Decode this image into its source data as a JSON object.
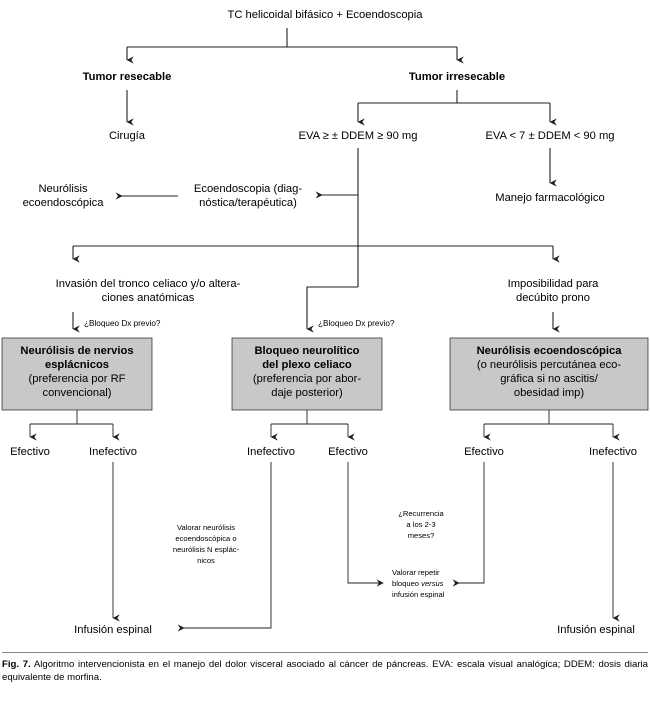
{
  "figure": {
    "number_label": "Fig. 7.",
    "caption": "Algoritmo intervencionista en el manejo del dolor visceral asociado al cáncer de páncreas. EVA: escala visual analógica; DDEM: dosis diaria equivalente de morfina."
  },
  "colors": {
    "box_fill": "#c8c8c8",
    "line": "#231f20",
    "text": "#000000",
    "rule": "#8a8a8a",
    "background": "#ffffff"
  },
  "nodes": {
    "root": "TC helicoidal bifásico + Ecoendoscopia",
    "tumor_resecable": "Tumor resecable",
    "tumor_irresecable": "Tumor irresecable",
    "cirugia": "Cirugía",
    "eva_high": "EVA ≥ ± DDEM ≥ 90 mg",
    "eva_low": "EVA < 7 ± DDEM < 90 mg",
    "manejo_farmacologico": "Manejo farmacológico",
    "ecoendoscopia_diag": [
      "Ecoendoscopia (diag-",
      "nóstica/terapéutica)"
    ],
    "neurolisis_ecoendoscopica": [
      "Neurólisis",
      "ecoendoscópica"
    ],
    "invasion_tronco": [
      "Invasión del tronco celiaco y/o altera-",
      "ciones anatómicas"
    ],
    "imposibilidad_prono": [
      "Imposibilidad para",
      "decúbito prono"
    ],
    "infusion_espinal_left": "Infusión espinal",
    "infusion_espinal_right": "Infusión espinal"
  },
  "edge_labels": {
    "bloqueo_dx_previo_left": "¿Bloqueo Dx previo?",
    "bloqueo_dx_previo_middle": "¿Bloqueo Dx previo?"
  },
  "boxes": [
    {
      "id": "box-neurolisis-esplacnicos",
      "lines": [
        {
          "text": "Neurólisis de nervios",
          "bold": true
        },
        {
          "text": "esplácnicos",
          "bold": true
        },
        {
          "text": "(preferencia por RF",
          "bold": false
        },
        {
          "text": "convencional)",
          "bold": false
        }
      ]
    },
    {
      "id": "box-bloqueo-plexo-celiaco",
      "lines": [
        {
          "text": "Bloqueo neurolítico",
          "bold": true
        },
        {
          "text": "del plexo celiaco",
          "bold": true
        },
        {
          "text": "(preferencia por abor-",
          "bold": false
        },
        {
          "text": "daje posterior)",
          "bold": false
        }
      ]
    },
    {
      "id": "box-neurolisis-ecoendoscopica",
      "lines": [
        {
          "text": "Neurólisis ecoendoscópica",
          "bold": true
        },
        {
          "text": "(o neurólisis percutánea eco-",
          "bold": false
        },
        {
          "text": "gráfica si no ascitis/",
          "bold": false
        },
        {
          "text": "obesidad imp)",
          "bold": false
        }
      ]
    }
  ],
  "outcomes": {
    "box1_left": "Efectivo",
    "box1_right": "Inefectivo",
    "box2_left": "Inefectivo",
    "box2_right": "Efectivo",
    "box3_left": "Efectivo",
    "box3_right": "Inefectivo"
  },
  "annotations": {
    "valorar_neurolisis": [
      "Valorar neurólisis",
      "ecoendoscópica o",
      "neurólisis N esplác-",
      "nicos"
    ],
    "recurrencia": [
      "¿Recurrencia",
      "a los 2-3",
      "meses?"
    ],
    "valorar_repetir": [
      {
        "pre": "Valorar repetir",
        "italic": "",
        "post": ""
      },
      {
        "pre": "bloqueo ",
        "italic": "versus",
        "post": ""
      },
      {
        "pre": "infusión espinal",
        "italic": "",
        "post": ""
      }
    ]
  }
}
